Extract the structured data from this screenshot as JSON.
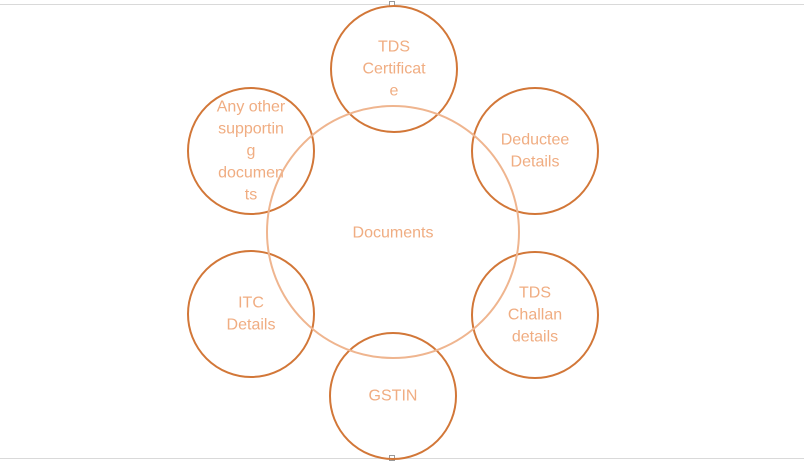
{
  "diagram": {
    "center": {
      "lines": [
        "Documents"
      ]
    },
    "nodes": [
      {
        "id": "tds-certificate",
        "lines": [
          "TDS",
          "Certificat",
          "e"
        ]
      },
      {
        "id": "deductee-details",
        "lines": [
          "Deductee",
          "Details"
        ]
      },
      {
        "id": "tds-challan-details",
        "lines": [
          "TDS",
          "Challan",
          "details"
        ]
      },
      {
        "id": "gstin",
        "lines": [
          "GSTIN"
        ]
      },
      {
        "id": "itc-details",
        "lines": [
          "ITC",
          "Details"
        ]
      },
      {
        "id": "any-other-supporting-documents",
        "lines": [
          "Any other",
          "supportin",
          "g",
          "documen",
          "ts"
        ]
      }
    ],
    "colors": {
      "outer_stroke": "#d27738",
      "center_stroke": "#efb58f",
      "text": "#f0ad82",
      "frame": "#d9d9d9"
    }
  }
}
